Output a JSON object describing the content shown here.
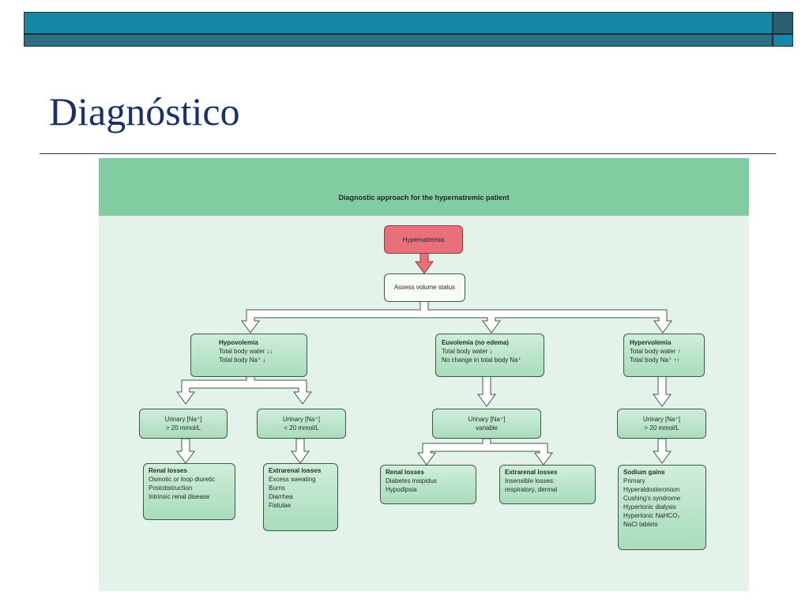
{
  "slide": {
    "title": "Diagnóstico"
  },
  "diagram": {
    "title": "Diagnostic approach for the hypernatremic patient",
    "root": {
      "label": "Hypernatremia"
    },
    "assess": {
      "label": "Assess volume status"
    },
    "hypovolemia": {
      "head": "Hypovolemia",
      "line1": "Total body water ↓↓",
      "line2": "Total body Na⁺ ↓"
    },
    "euvolemia": {
      "head": "Euvolemia (no edema)",
      "line1": "Total body water ↓",
      "line2": "No change in total body Na⁺"
    },
    "hypervolemia": {
      "head": "Hypervolemia",
      "line1": "Total body water ↑",
      "line2": "Total body Na⁺ ↑↑"
    },
    "urinary_hypo_high": {
      "line1": "Urinary [Na⁺]",
      "line2": "> 20 mmol/L"
    },
    "urinary_hypo_low": {
      "line1": "Urinary [Na⁺]",
      "line2": "< 20 mmol/L"
    },
    "urinary_eu": {
      "line1": "Urinary [Na⁺]",
      "line2": "variable"
    },
    "urinary_hyper": {
      "line1": "Urinary [Na⁺]",
      "line2": "> 20 mmol/L"
    },
    "renal_losses_1": {
      "head": "Renal losses",
      "items": [
        "Osmotic or loop diuretic",
        "Postobstruction",
        "Intrinsic renal disease"
      ]
    },
    "extrarenal_losses_1": {
      "head": "Extrarenal losses",
      "items": [
        "Excess sweating",
        "Burns",
        "Diarrhea",
        "Fistulae"
      ]
    },
    "renal_losses_2": {
      "head": "Renal losses",
      "items": [
        "Diabetes insipidus",
        "Hypodipsia"
      ]
    },
    "extrarenal_losses_2": {
      "head": "Extrarenal losses",
      "items": [
        "Insensible losses:",
        "respiratory, dermal"
      ]
    },
    "sodium_gains": {
      "head": "Sodium gains",
      "items": [
        "Primary",
        "Hyperaldosteronism",
        "Cushing's syndrome",
        "Hypertonic dialysis",
        "Hypertonic NaHCO₃",
        "NaCl tablets"
      ]
    }
  },
  "colors": {
    "topbar": "#1588a6",
    "title": "#1b2f6b",
    "panel_header": "#82cca2",
    "panel_bg": "#e4f3e9",
    "root_box": "#e8707a",
    "box": "#a9dcbc"
  }
}
